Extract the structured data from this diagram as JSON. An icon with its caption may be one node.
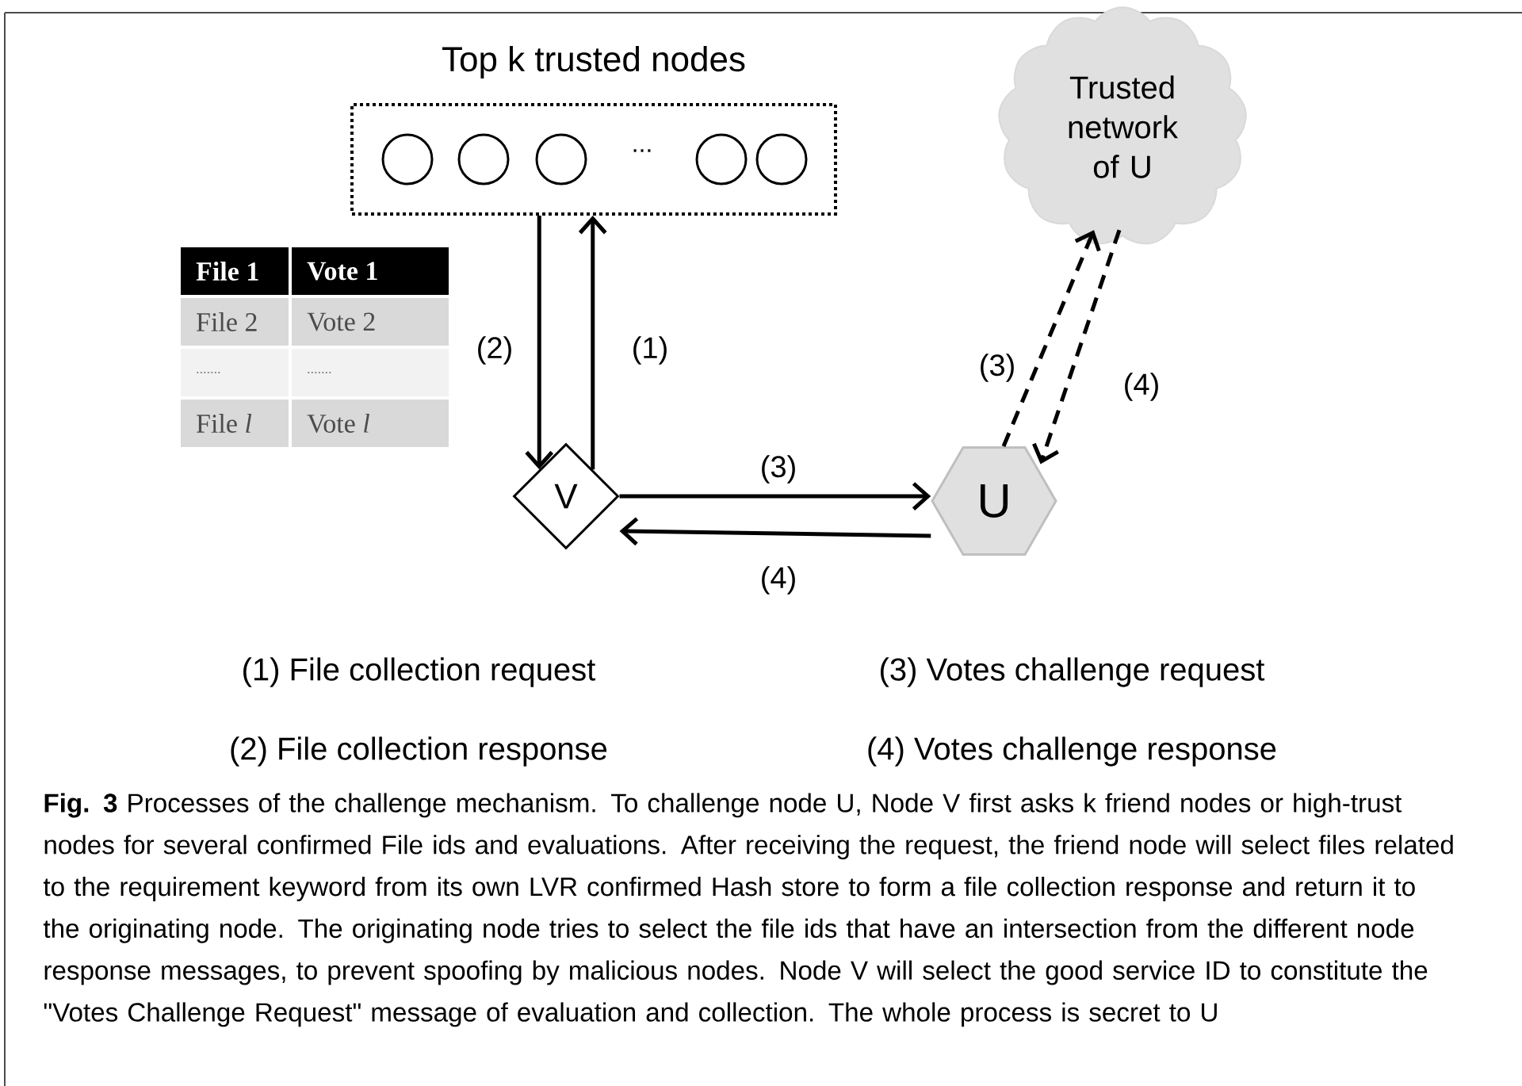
{
  "diagram": {
    "caption": "**Fig. 3** Processes of the challenge mechanism. To challenge node U, Node V first asks k friend nodes or high-trust nodes for several confirmed File ids and evaluations. After receiving the request, the friend node will select files related to the requirement keyword from its own LVR confirmed Hash store to form a file collection response and return it to the originating node. The originating node tries to select the file ids that have an intersection from the different node response messages, to prevent spoofing by malicious nodes. Node V will select the good service ID to constitute the \"Votes Challenge Request\" message of evaluation and collection. The whole process is secret to U",
    "nodes": [
      {
        "text": [
          "Top k trusted nodes"
        ]
      },
      {
        "text": [],
        "shape": "circle",
        "in": 0
      },
      {
        "text": [],
        "shape": "circle",
        "in": 0
      },
      {
        "text": [],
        "shape": "circle",
        "in": 0
      },
      {
        "text": [],
        "shape": "circle",
        "in": 0
      },
      {
        "text": [],
        "shape": "circle",
        "in": 0
      },
      {
        "text": [
          "V"
        ]
      },
      {
        "text": [
          "U"
        ]
      },
      {
        "text": [
          "Trusted network of U"
        ]
      }
    ],
    "edges": [
      {
        "from": 0,
        "to": 6,
        "arrow": "to",
        "label": "(2)"
      },
      {
        "from": 6,
        "to": 0,
        "arrow": "to",
        "label": "(1)"
      },
      {
        "from": 6,
        "to": 7,
        "arrow": "to",
        "label": "(3)"
      },
      {
        "from": 7,
        "to": 6,
        "arrow": "to",
        "label": "(4)"
      },
      {
        "from": 7,
        "to": 8,
        "arrow": "to",
        "label": "(3)",
        "style": "dashed"
      },
      {
        "from": 8,
        "to": 7,
        "arrow": "to",
        "label": "(4)",
        "style": "dashed"
      }
    ],
    "labels": [
      "...",
      "File 1",
      "Vote 1",
      "File 2",
      "Vote 2",
      ".......",
      ".......",
      "File *l*",
      "Vote *l*",
      "(1) File collection request",
      "(3) Votes challenge request",
      "(2) File collection response",
      "(4) Votes challenge response"
    ]
  }
}
